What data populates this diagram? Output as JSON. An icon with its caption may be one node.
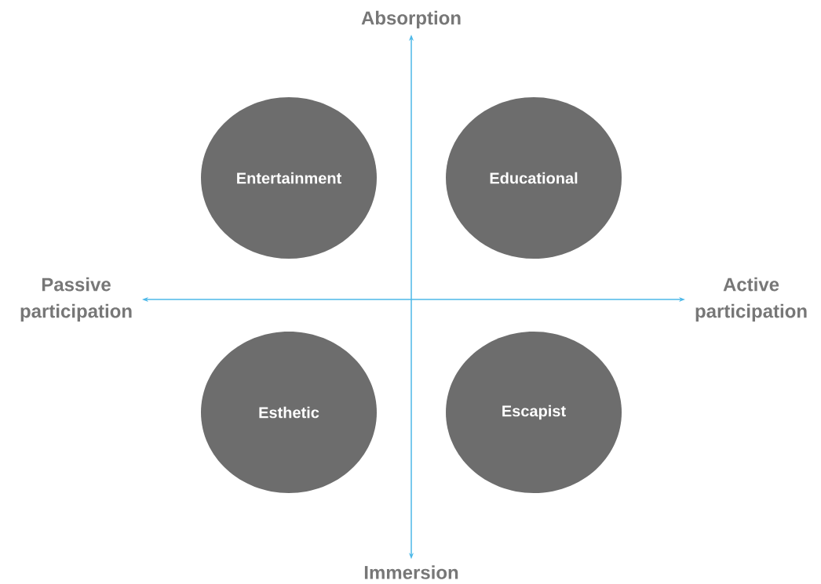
{
  "diagram": {
    "nodes": [
      {
        "text": [
          "Absorption"
        ]
      },
      {
        "text": [
          "Entertainment"
        ]
      },
      {
        "text": [
          "Educational"
        ]
      },
      {
        "text": [
          "Passive participation"
        ]
      },
      {
        "text": [
          "Active participation"
        ]
      },
      {
        "text": [
          "Esthetic"
        ]
      },
      {
        "text": [
          "Escapist"
        ]
      },
      {
        "text": [
          "Immersion"
        ]
      }
    ],
    "edges": [
      {
        "from": 0,
        "to": 7,
        "arrow": "both"
      },
      {
        "from": 3,
        "to": 4,
        "arrow": "both"
      }
    ]
  }
}
